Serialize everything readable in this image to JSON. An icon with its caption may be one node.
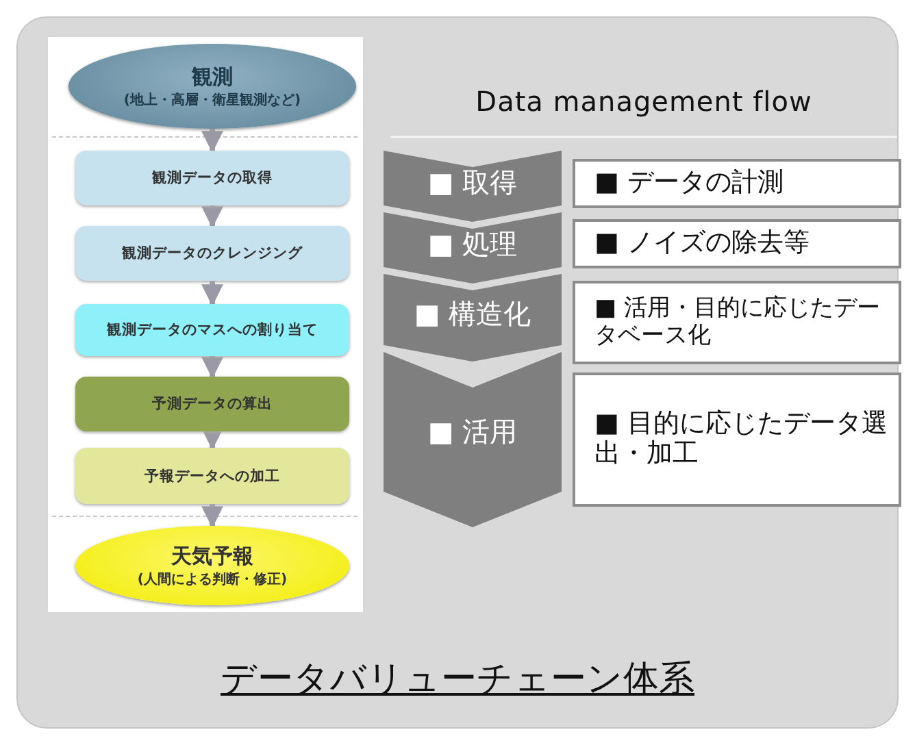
{
  "diagram": {
    "title": "Data management flow",
    "caption": "データバリューチェーン体系",
    "nodes": [
      {
        "text": [
          "観測",
          "(地上・高層・衛星観測など)"
        ]
      },
      {
        "text": [
          "観測データの取得"
        ]
      },
      {
        "text": [
          "観測データのクレンジング"
        ]
      },
      {
        "text": [
          "観測データのマスへの割り当て"
        ]
      },
      {
        "text": [
          "予測データの算出"
        ]
      },
      {
        "text": [
          "予報データへの加工"
        ]
      },
      {
        "text": [
          "天気予報",
          "(人間による判断・修正)"
        ]
      },
      {
        "text": [
          "■ 取得"
        ]
      },
      {
        "text": [
          "■ データの計測"
        ]
      },
      {
        "text": [
          "■ 処理"
        ]
      },
      {
        "text": [
          "■ ノイズの除去等"
        ]
      },
      {
        "text": [
          "■ 構造化"
        ]
      },
      {
        "text": [
          "■ 活用・目的に応じたデータベース化"
        ]
      },
      {
        "text": [
          "■ 活用"
        ]
      },
      {
        "text": [
          "■ 目的に応じたデータ選出・加工"
        ]
      }
    ],
    "edges": [
      {
        "from": 0,
        "to": 1,
        "arrow": "to"
      },
      {
        "from": 1,
        "to": 2,
        "arrow": "to"
      },
      {
        "from": 2,
        "to": 3,
        "arrow": "to"
      },
      {
        "from": 3,
        "to": 4,
        "arrow": "to"
      },
      {
        "from": 4,
        "to": 5,
        "arrow": "to"
      },
      {
        "from": 5,
        "to": 6,
        "arrow": "to"
      }
    ]
  }
}
